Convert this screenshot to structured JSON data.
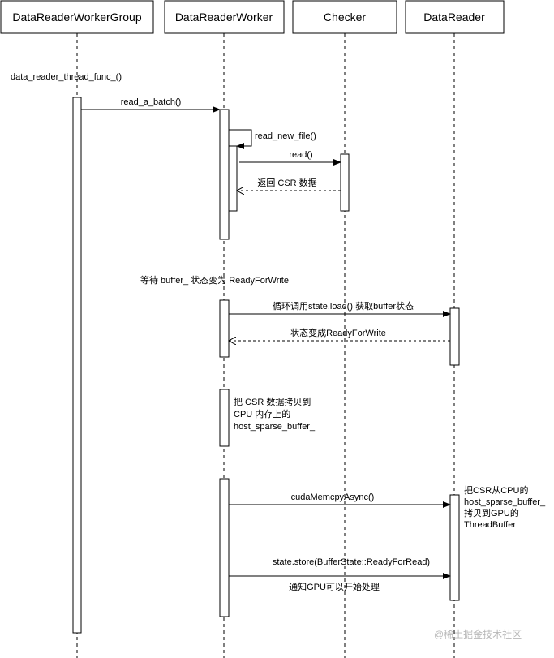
{
  "participants": [
    "DataReaderWorkerGroup",
    "DataReaderWorker",
    "Checker",
    "DataReader"
  ],
  "notes": {
    "entry": "data_reader_thread_func_()",
    "wait": "等待 buffer_ 状态变为 ReadyForWrite",
    "copy_host": [
      "把 CSR 数据拷贝到",
      "CPU 内存上的",
      "host_sparse_buffer_"
    ],
    "copy_gpu": [
      "把CSR从CPU的",
      "host_sparse_buffer_",
      "拷贝到GPU的",
      "ThreadBuffer"
    ]
  },
  "messages": {
    "read_a_batch": "read_a_batch()",
    "read_new_file": "read_new_file()",
    "read": "read()",
    "return_csr": "返回 CSR 数据",
    "loop_state": "循环调用state.load() 获取buffer状态",
    "state_changed": "状态变成ReadyForWrite",
    "memcpy": "cudaMemcpyAsync()",
    "store": "state.store(BufferState::ReadyForRead)",
    "notify": "通知GPU可以开始处理"
  },
  "watermark": "@稀土掘金技术社区"
}
